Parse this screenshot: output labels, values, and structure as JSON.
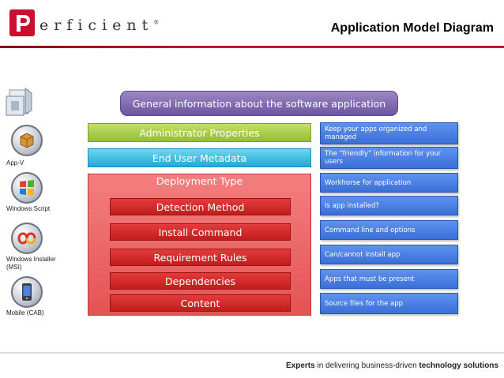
{
  "header": {
    "logo_text": "erficient",
    "trademark": "®",
    "title": "Application Model Diagram"
  },
  "footer": {
    "bold1": "Experts",
    "mid": " in delivering business-driven ",
    "bold2": "technology solutions"
  },
  "left_icons": [
    {
      "label": "App-V",
      "icon": "app-v-icon"
    },
    {
      "label": "Windows Script",
      "icon": "windows-script-icon"
    },
    {
      "label": "Windows Installer (MSI)",
      "icon": "windows-installer-icon"
    },
    {
      "label": "Mobile (CAB)",
      "icon": "mobile-icon"
    }
  ],
  "diagram": {
    "general": "General information about the software application",
    "admin": "Administrator Properties",
    "enduser": "End User Metadata",
    "deployment_type": "Deployment Type",
    "sub_items": [
      "Detection Method",
      "Install Command",
      "Requirement Rules",
      "Dependencies",
      "Content"
    ]
  },
  "descriptions": [
    "Keep your apps organized and managed",
    "The “friendly” information for your users",
    "Workhorse for application",
    "Is app installed?",
    "Command line and options",
    "Can/cannot install app",
    "Apps that must be present",
    "Source files for the app"
  ],
  "colors": {
    "brand_red": "#c8102e",
    "general": "#7b64ac",
    "admin": "#a9cc46",
    "enduser": "#3bbbe0",
    "deployment": "#ea6363",
    "sub_item": "#d02828",
    "description": "#4a7fe2"
  }
}
